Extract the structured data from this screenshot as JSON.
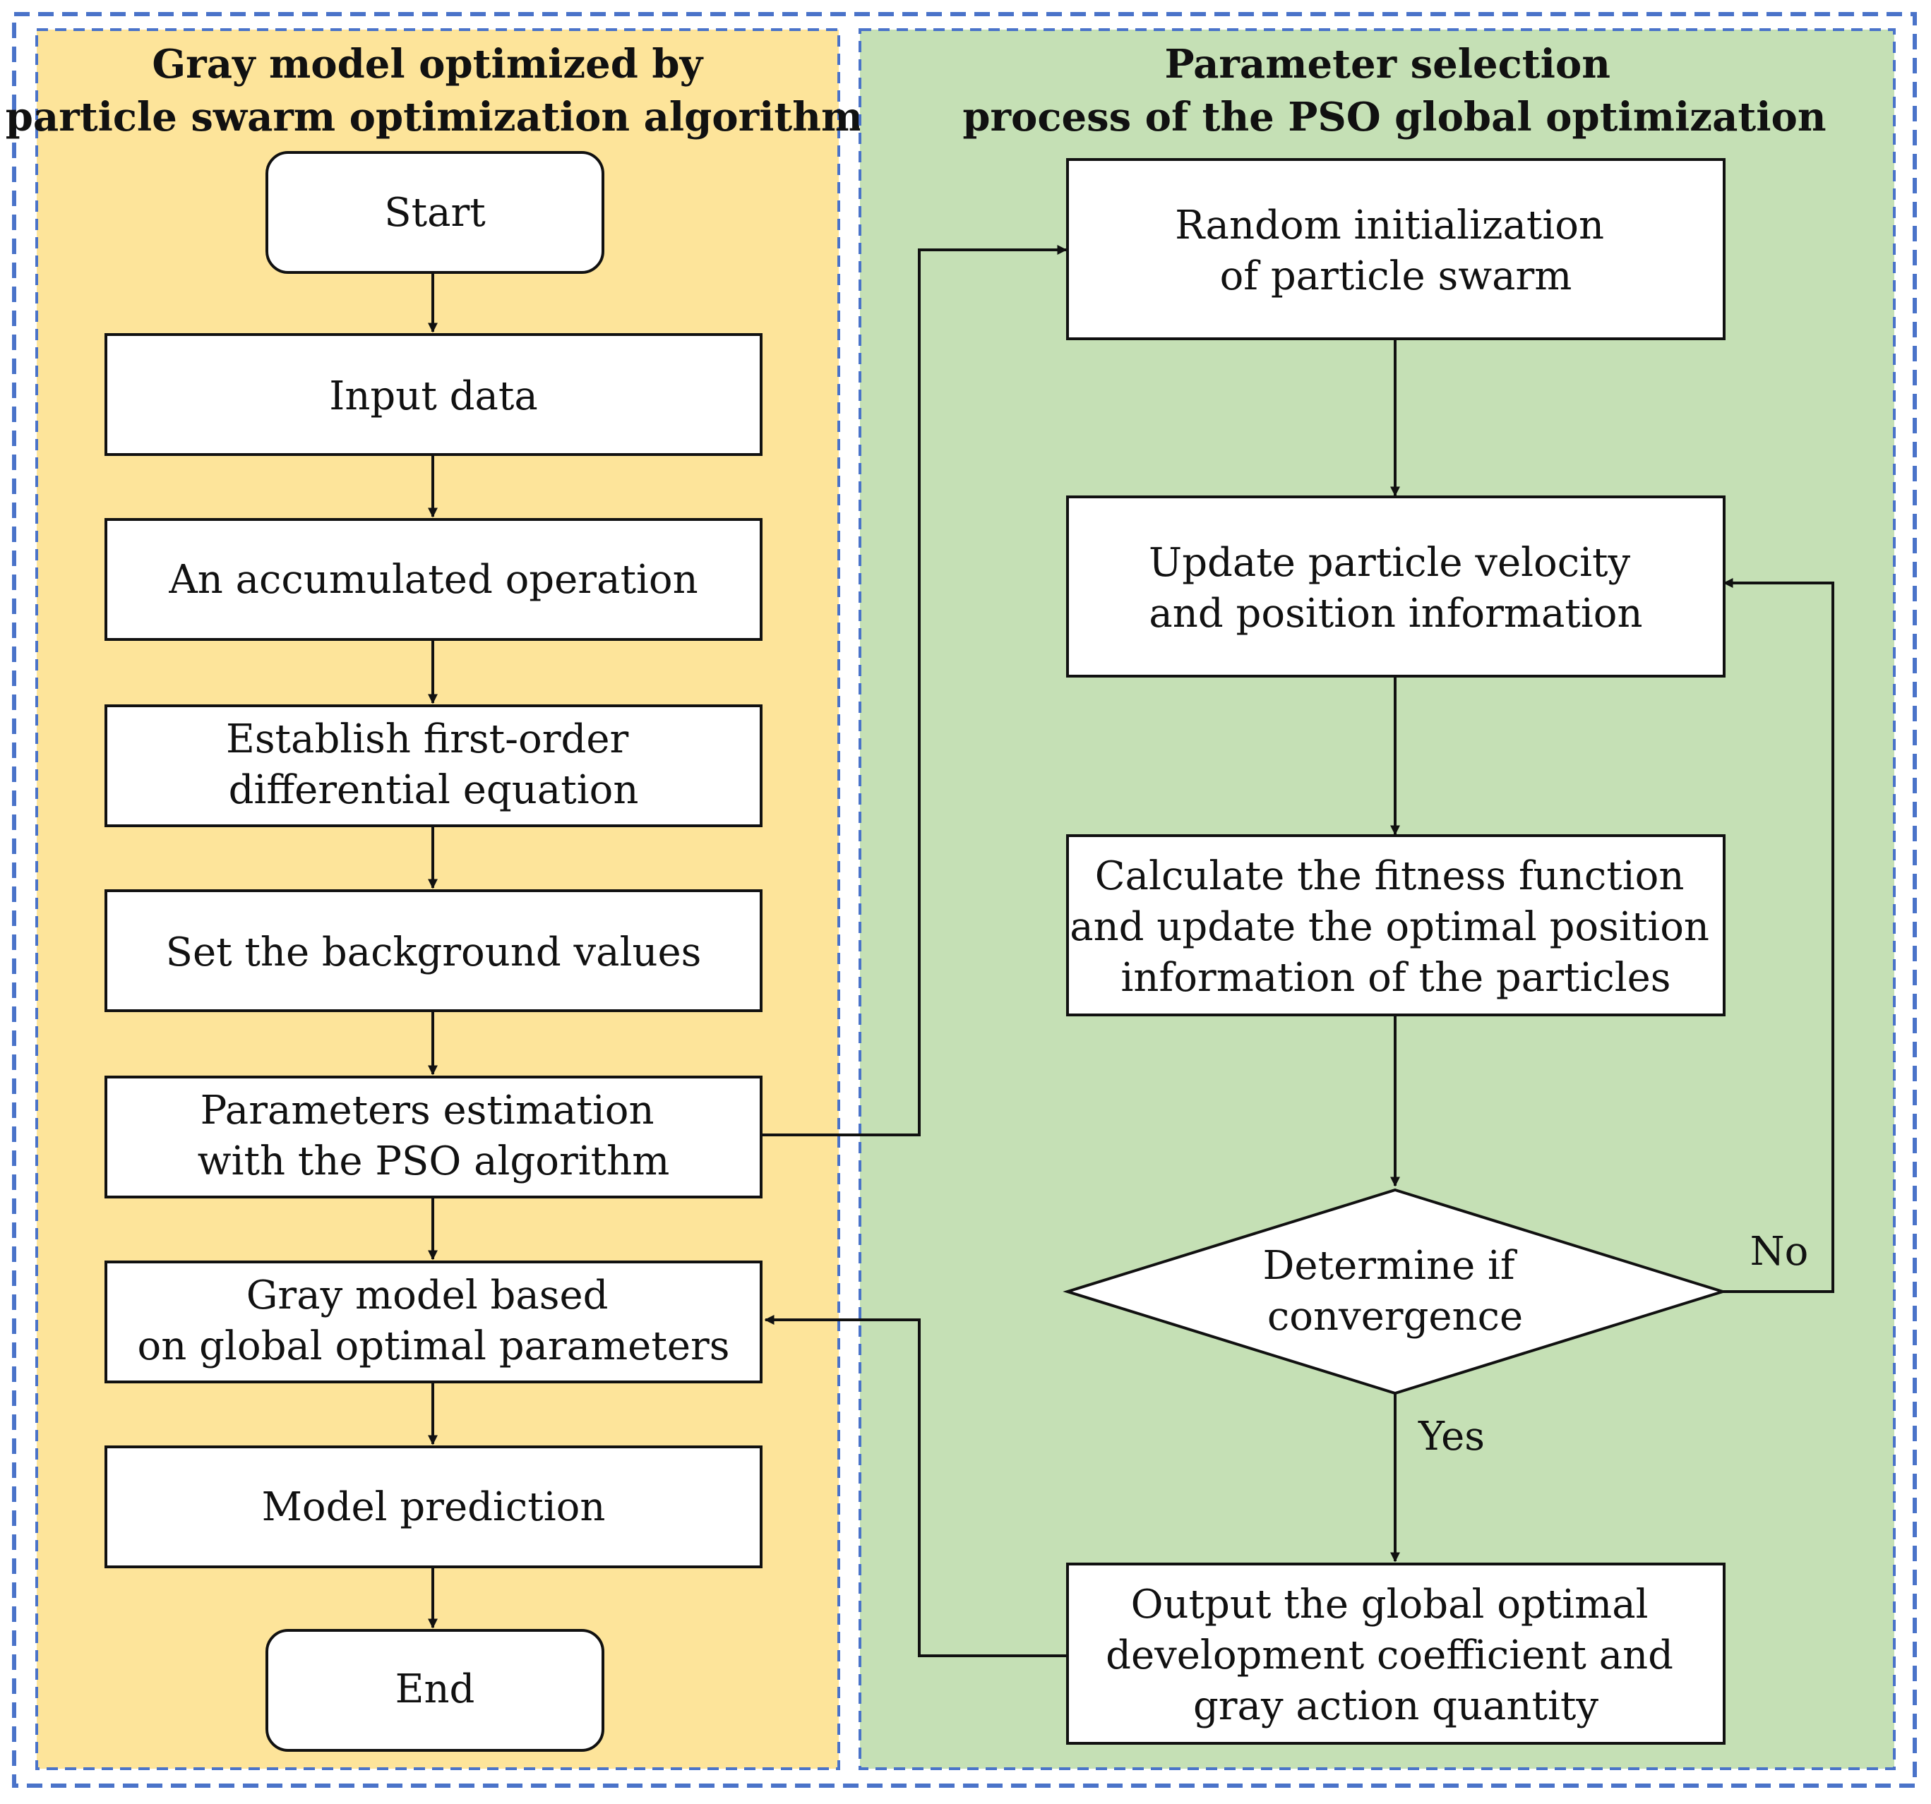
{
  "colors": {
    "outer_dash": "#4a73c9",
    "left_panel": "#fde49a",
    "right_panel": "#c5e0b5",
    "box_fill": "#ffffff",
    "stroke": "#111111"
  },
  "left_panel": {
    "title": [
      "Gray model optimized by",
      "particle swarm  optimization algorithm"
    ],
    "nodes": {
      "start": [
        "Start"
      ],
      "input_data": [
        "Input data"
      ],
      "accumulated": [
        "An accumulated operation"
      ],
      "equation": [
        "Establish first-order",
        "differential equation"
      ],
      "background": [
        "Set the background  values"
      ],
      "estimation": [
        "Parameters estimation",
        "with the PSO algorithm"
      ],
      "gray_model": [
        "Gray model based",
        "on global optimal parameters"
      ],
      "prediction": [
        "Model prediction"
      ],
      "end": [
        "End"
      ]
    }
  },
  "right_panel": {
    "title": [
      "Parameter selection",
      "process of the PSO global optimization"
    ],
    "nodes": {
      "init": [
        "Random initialization",
        "of particle swarm"
      ],
      "update": [
        "Update particle velocity",
        "and position information"
      ],
      "fitness": [
        "Calculate the fitness function",
        "and update the optimal position",
        "information of the particles"
      ],
      "decision": [
        "Determine if",
        "convergence"
      ],
      "output": [
        "Output the global optimal",
        "development coefficient and",
        "gray action quantity"
      ]
    },
    "edge_labels": {
      "no": "No",
      "yes": "Yes"
    }
  }
}
